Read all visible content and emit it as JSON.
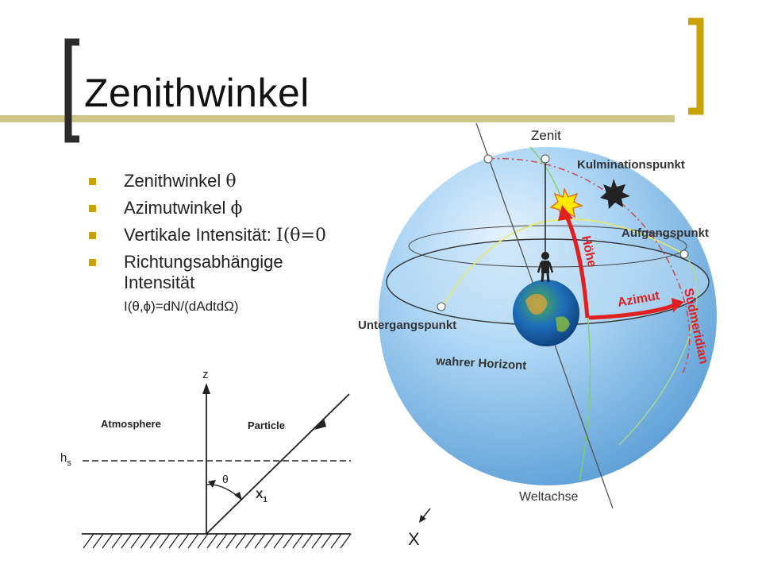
{
  "slide": {
    "title": "Zenithwinkel",
    "bullets": [
      {
        "text": "Zenithwinkel ",
        "symbol": "θ"
      },
      {
        "text": "Azimutwinkel ",
        "symbol": "ϕ"
      },
      {
        "text": "Vertikale Intensität: ",
        "symbol": "I(θ=0"
      },
      {
        "text": "Richtungsabhängige Intensität",
        "symbol": ""
      }
    ],
    "formula": "I(θ,ϕ)=dN/(dAdtdΩ)"
  },
  "sphere": {
    "labels": {
      "zenit": "Zenit",
      "kulmination": "Kulminationspunkt",
      "aufgang": "Aufgangspunkt",
      "untergang": "Untergangspunkt",
      "horizont": "wahrer Horizont",
      "weltachse": "Weltachse",
      "hoehe": "Höhe",
      "azimut": "Azimut",
      "suedmeridian": "Südmeridian",
      "x_mark": "X"
    }
  },
  "atmosphere_diagram": {
    "labels": {
      "z": "z",
      "atmosphere": "Atmosphere",
      "particle": "Particle",
      "hs": "h",
      "hs_sub": "s",
      "theta": "θ",
      "x1": "X",
      "x1_sub": "1"
    }
  },
  "colors": {
    "accent": "#c9a100",
    "accent_bar": "#cfc58a",
    "arrow_red": "#e02020",
    "sphere_blue": "#8fc3ec"
  }
}
